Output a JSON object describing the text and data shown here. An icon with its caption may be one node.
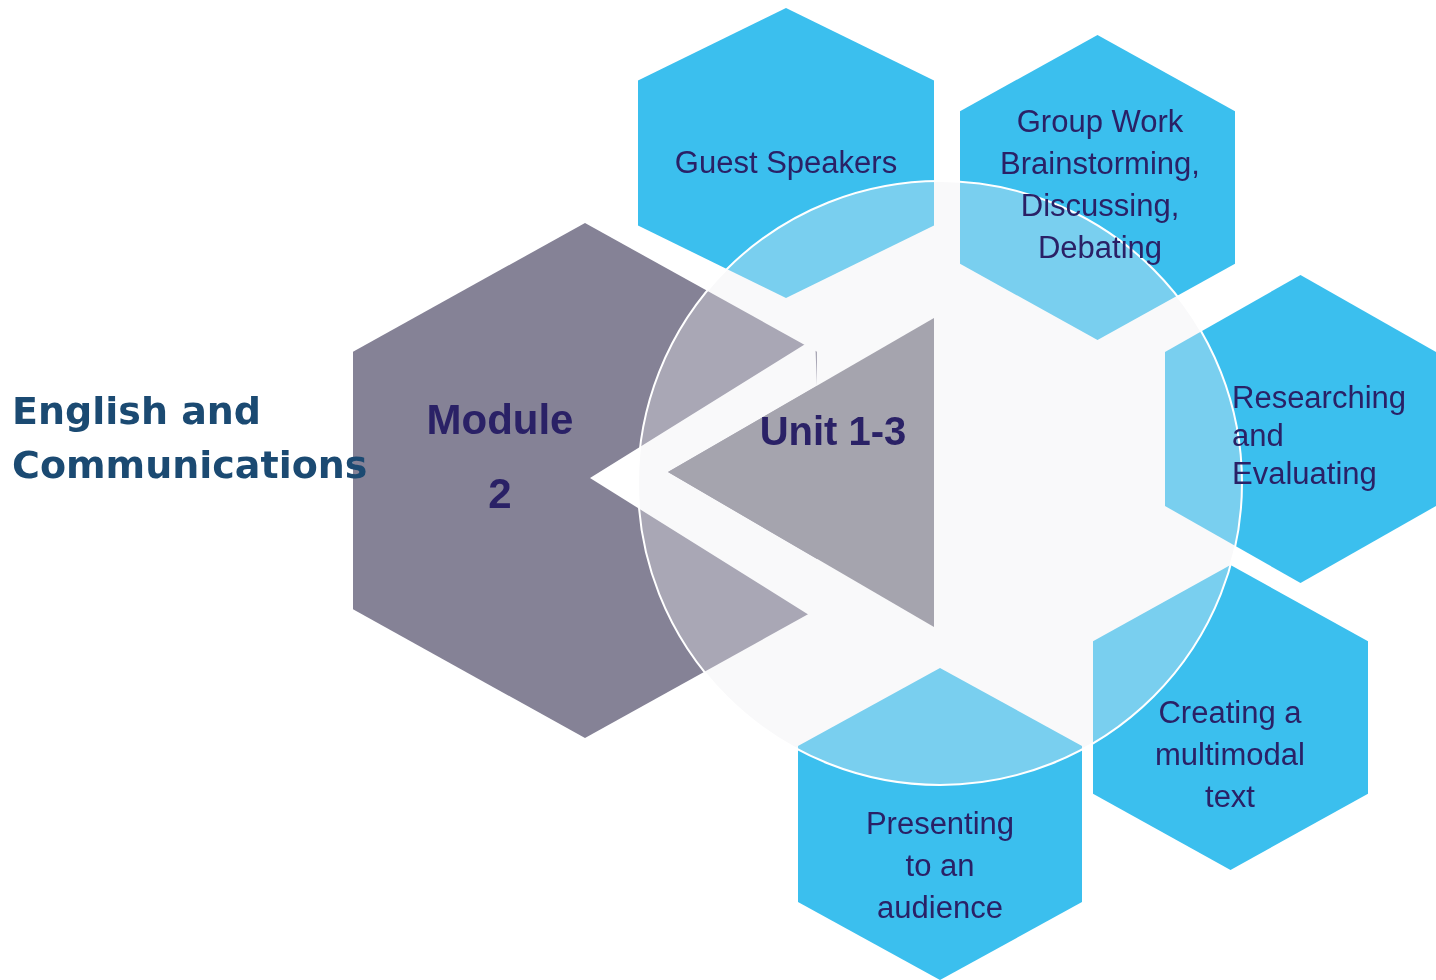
{
  "diagram": {
    "title": "English and Communications",
    "nodes": [
      {
        "text": [
          "Module 2"
        ]
      },
      {
        "text": [
          "Unit 1-3"
        ],
        "in": 2
      },
      {
        "text": [],
        "shape": "circle"
      },
      {
        "text": [
          "Guest Speakers"
        ]
      },
      {
        "text": [
          "Group Work Brainstorming, Discussing, Debating"
        ]
      },
      {
        "text": [
          "Researching and Evaluating"
        ]
      },
      {
        "text": [
          "Creating a multimodal text"
        ]
      },
      {
        "text": [
          "Presenting to an audience"
        ]
      }
    ]
  }
}
